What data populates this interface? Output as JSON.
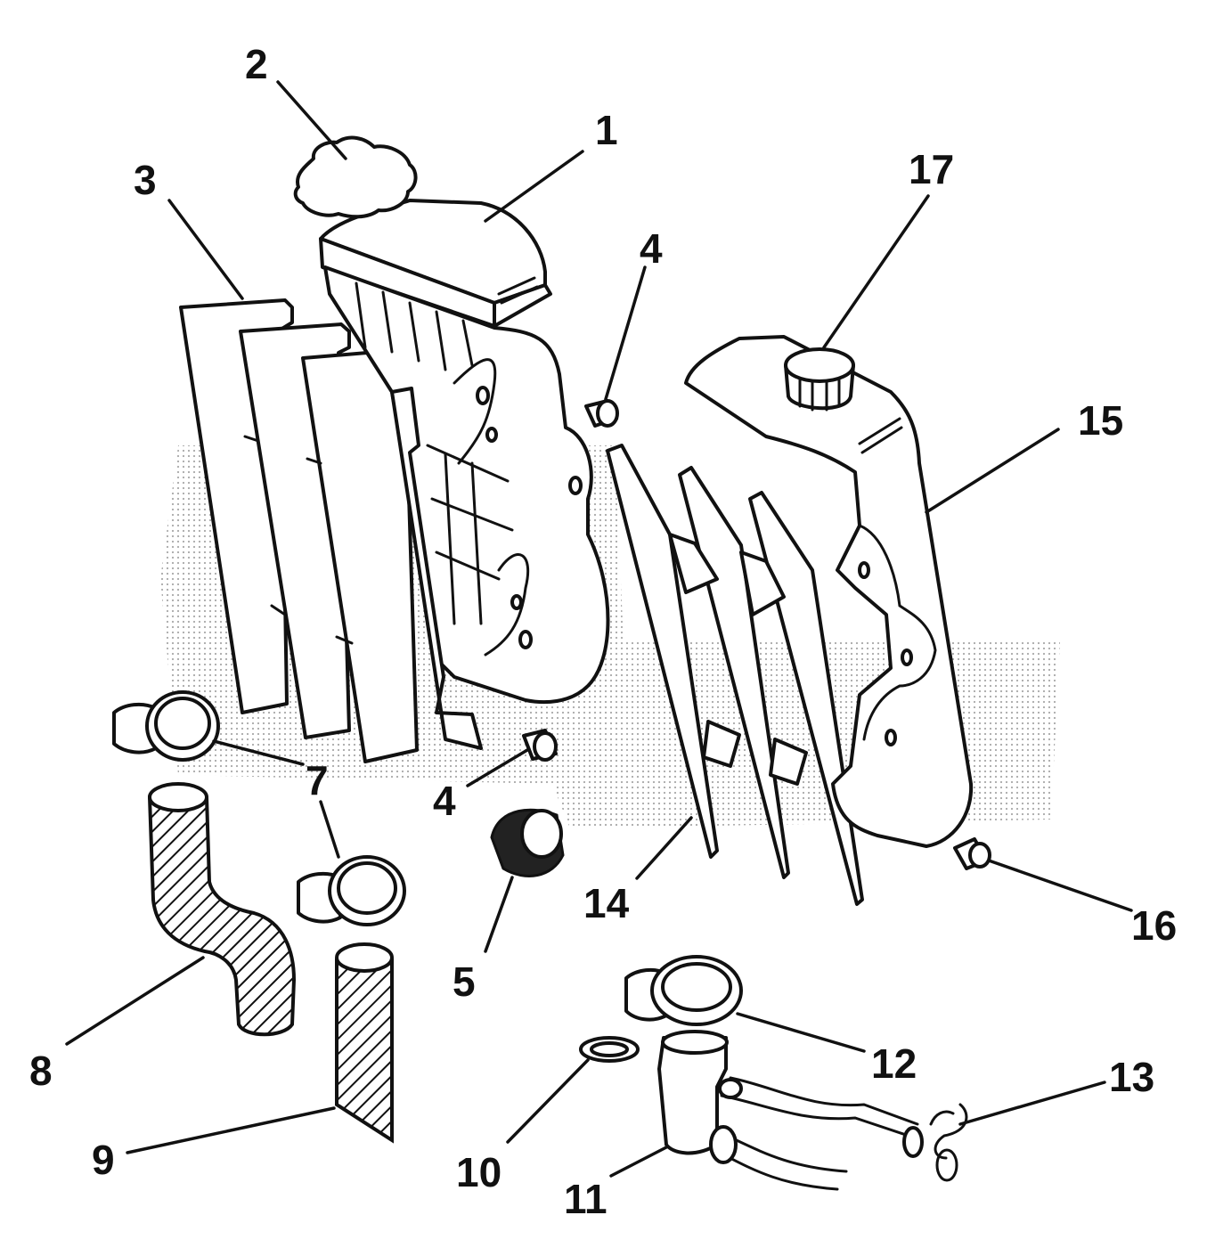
{
  "callouts": {
    "c1": "1",
    "c2": "2",
    "c3": "3",
    "c4a": "4",
    "c4b": "4",
    "c5": "5",
    "c7": "7",
    "c8": "8",
    "c9": "9",
    "c10": "10",
    "c11": "11",
    "c12": "12",
    "c13": "13",
    "c14": "14",
    "c15": "15",
    "c16": "16",
    "c17": "17"
  },
  "colors": {
    "line": "#111111",
    "background": "#ffffff",
    "stipple": "#999999"
  }
}
